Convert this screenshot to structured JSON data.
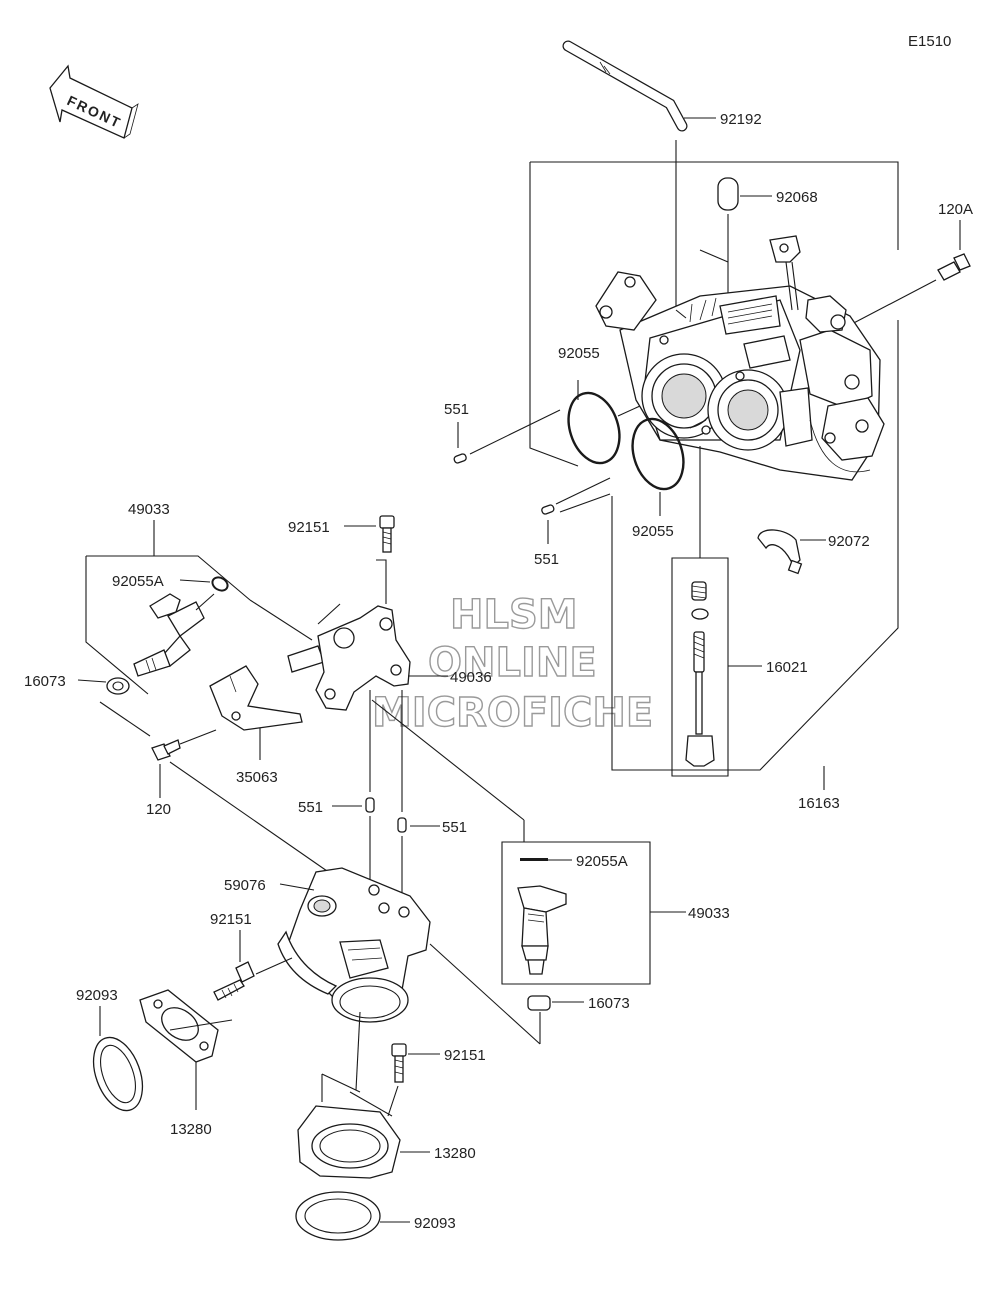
{
  "diagram_code": "E1510",
  "front_arrow": "FRONT",
  "watermark": {
    "line1": "HLSM",
    "line2": "ONLINE",
    "line3": "MICROFICHE"
  },
  "callouts": {
    "p92192": "92192",
    "p92068": "92068",
    "p120A": "120A",
    "p92055_a": "92055",
    "p551_a": "551",
    "p92055_b": "92055",
    "p551_b": "551",
    "p92072": "92072",
    "p16021": "16021",
    "p16163": "16163",
    "p49033_a": "49033",
    "p92151_a": "92151",
    "p92055A_a": "92055A",
    "p16073_a": "16073",
    "p49036": "49036",
    "p35063": "35063",
    "p120": "120",
    "p551_c": "551",
    "p551_d": "551",
    "p92055A_b": "92055A",
    "p49033_b": "49033",
    "p59076": "59076",
    "p92151_b": "92151",
    "p92093_a": "92093",
    "p16073_b": "16073",
    "p92151_c": "92151",
    "p13280_a": "13280",
    "p13280_b": "13280",
    "p92093_b": "92093"
  }
}
